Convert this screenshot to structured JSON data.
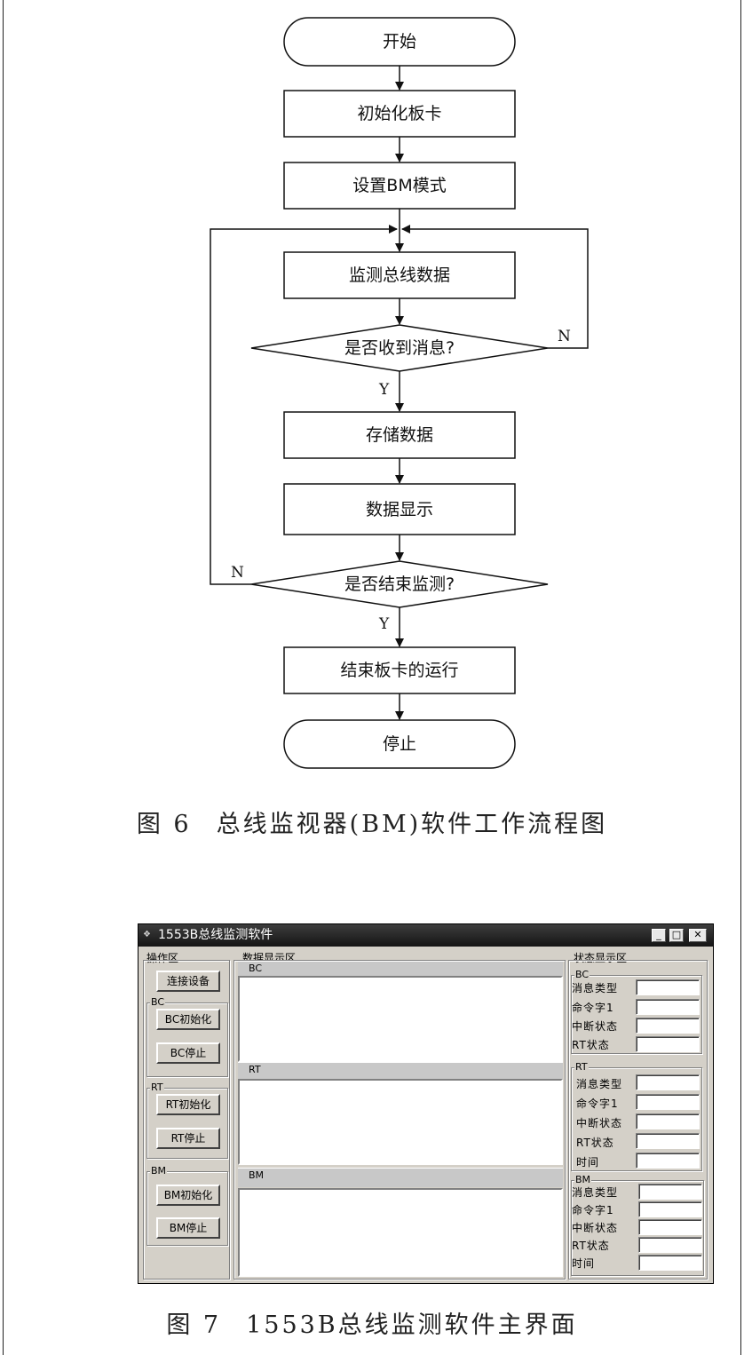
{
  "flowchart": {
    "start": "开始",
    "step_init": "初始化板卡",
    "step_bm_mode": "设置BM模式",
    "step_monitor": "监测总线数据",
    "decision_received": "是否收到消息?",
    "step_store": "存储数据",
    "step_display": "数据显示",
    "decision_end": "是否结束监测?",
    "step_end_board": "结束板卡的运行",
    "stop": "停止",
    "yes": "Y",
    "no": "N"
  },
  "figure6": {
    "number": "图 6",
    "caption": "总线监视器(BM)软件工作流程图"
  },
  "figure7": {
    "number": "图 7",
    "caption": "1553B总线监测软件主界面"
  },
  "window": {
    "title": "1553B总线监测软件",
    "app_icon": "app-icon",
    "controls": {
      "minimize": "_",
      "maximize": "□",
      "close": "✕"
    },
    "operation": {
      "label": "操作区",
      "connect_button": "连接设备",
      "bc_group": "BC",
      "bc_init": "BC初始化",
      "bc_stop": "BC停止",
      "rt_group": "RT",
      "rt_init": "RT初始化",
      "rt_stop": "RT停止",
      "bm_group": "BM",
      "bm_init": "BM初始化",
      "bm_stop": "BM停止"
    },
    "data_display": {
      "label": "数据显示区",
      "bc_panel": "BC",
      "rt_panel": "RT",
      "bm_panel": "BM"
    },
    "status": {
      "label": "状态显示区",
      "bc": {
        "title": "BC",
        "fields": [
          "消息类型",
          "命令字1",
          "中断状态",
          "RT状态"
        ]
      },
      "rt": {
        "title": "RT",
        "fields": [
          "消息类型",
          "命令字1",
          "中断状态",
          "RT状态",
          "时间"
        ]
      },
      "bm": {
        "title": "BM",
        "fields": [
          "消息类型",
          "命令字1",
          "中断状态",
          "RT状态",
          "时间"
        ]
      }
    }
  }
}
